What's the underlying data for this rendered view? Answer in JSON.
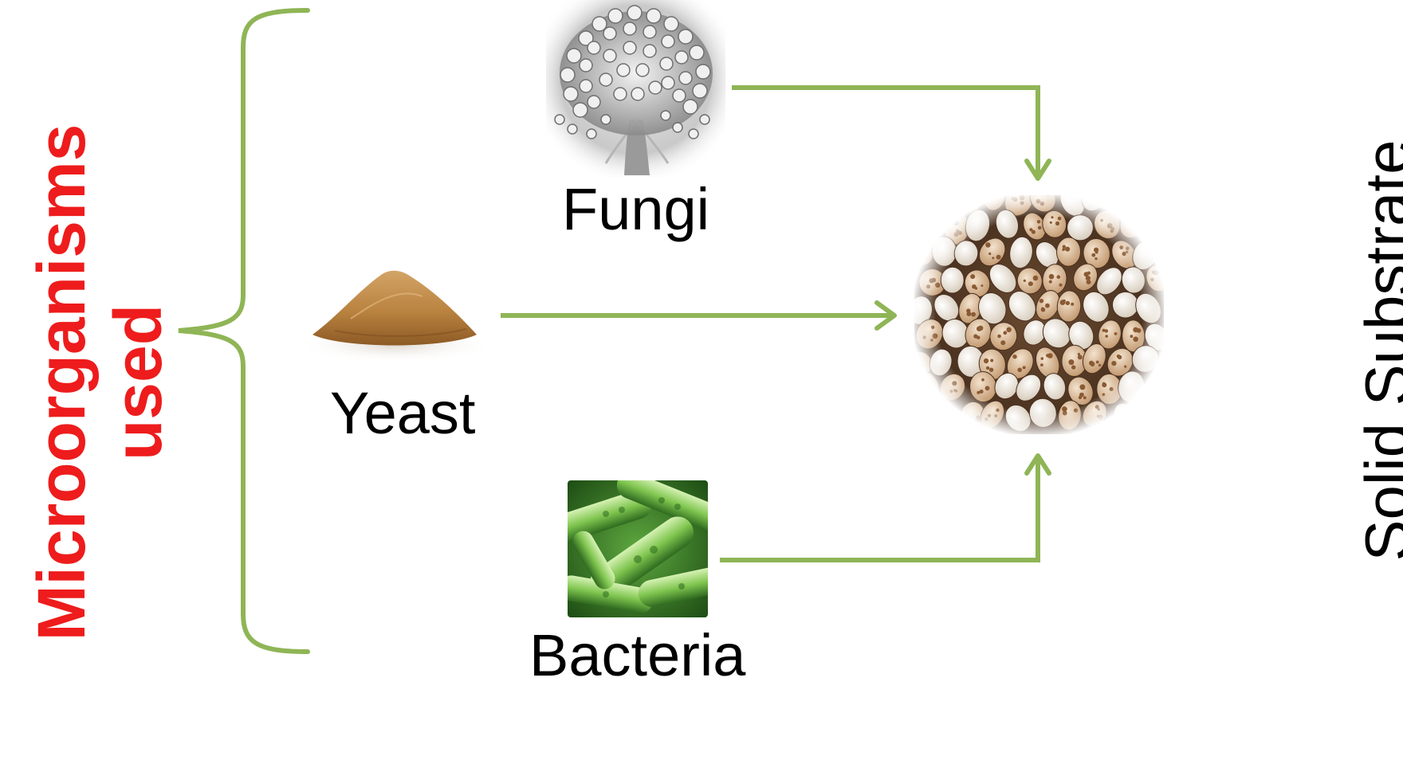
{
  "title": {
    "line1": "Microorganisms",
    "line2": "used",
    "color": "#ee1c1c"
  },
  "nodes": {
    "fungi": {
      "label": "Fungi",
      "icon": "fungi-micrograph-icon"
    },
    "yeast": {
      "label": "Yeast",
      "icon": "yeast-powder-icon"
    },
    "bacteria": {
      "label": "Bacteria",
      "icon": "bacteria-cells-icon"
    },
    "substrate": {
      "label": "Solid Substrate",
      "icon": "beans-substrate-icon"
    }
  },
  "colors": {
    "connector": "#8fb556",
    "text": "#000000"
  }
}
